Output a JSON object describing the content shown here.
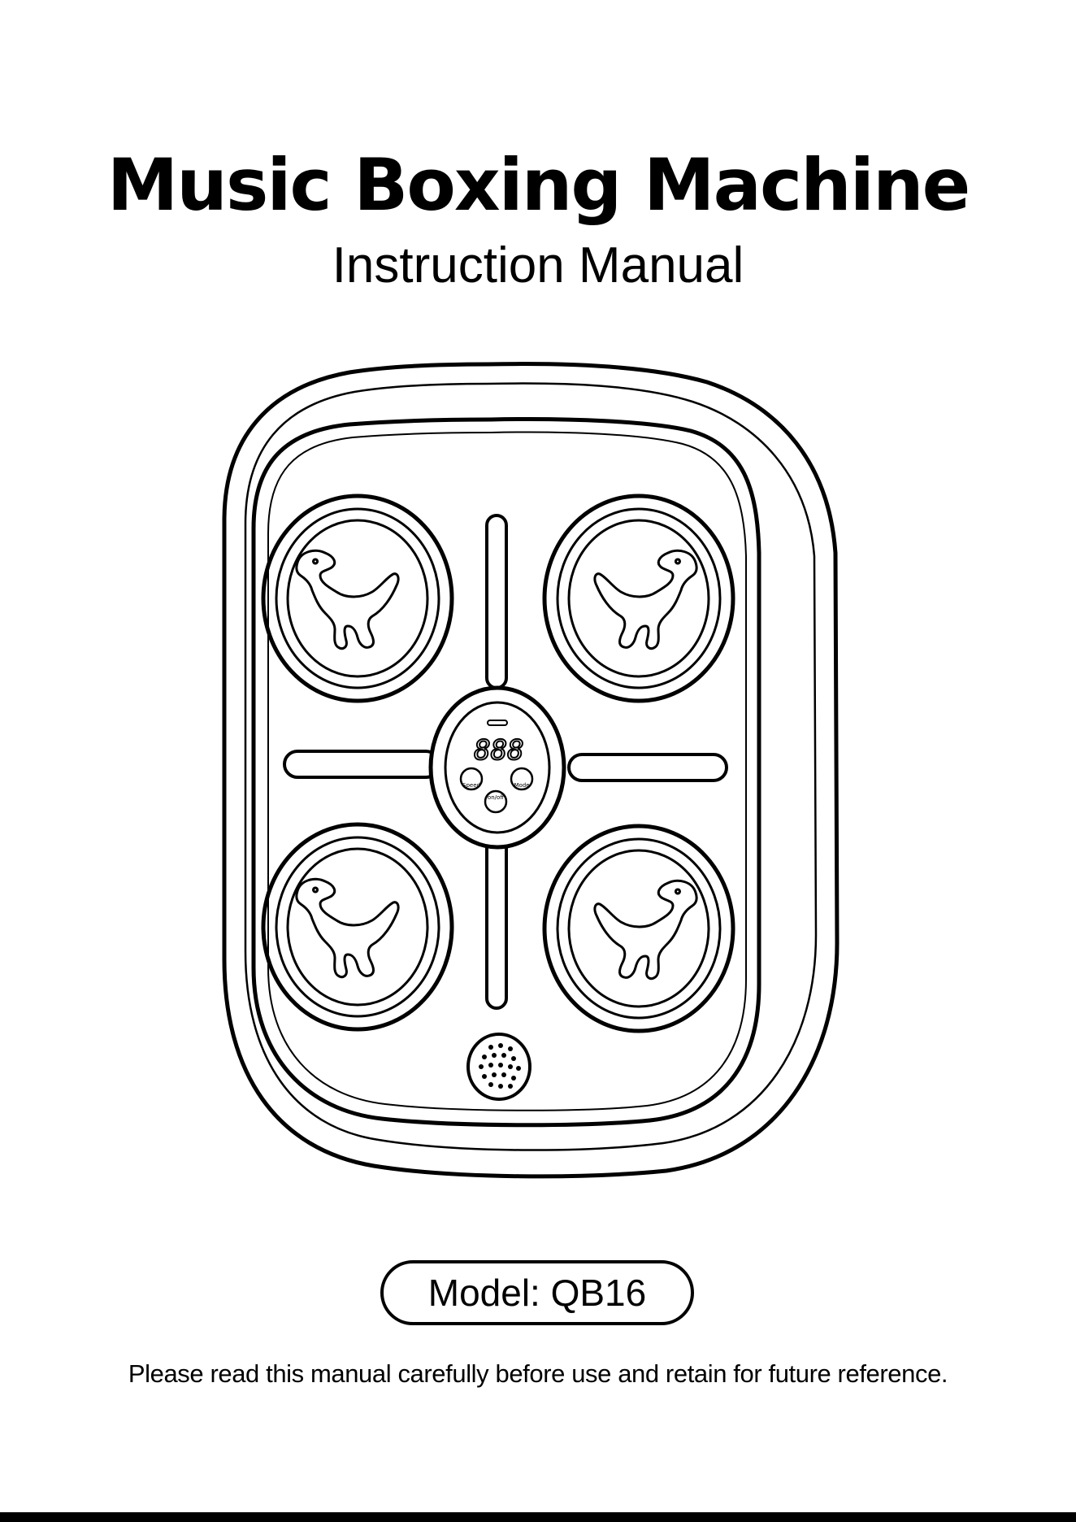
{
  "document": {
    "title": "Music Boxing Machine",
    "subtitle": "Instruction Manual",
    "model": "Model: QB16",
    "notice": "Please read this manual carefully before use and retain for future reference."
  },
  "illustration": {
    "display_digits": "888",
    "buttons": {
      "speed": "Speed",
      "mode": "Mode",
      "power": "on/off"
    },
    "pads": [
      "dinosaur-icon",
      "dinosaur-icon",
      "dinosaur-icon",
      "dinosaur-icon"
    ]
  }
}
